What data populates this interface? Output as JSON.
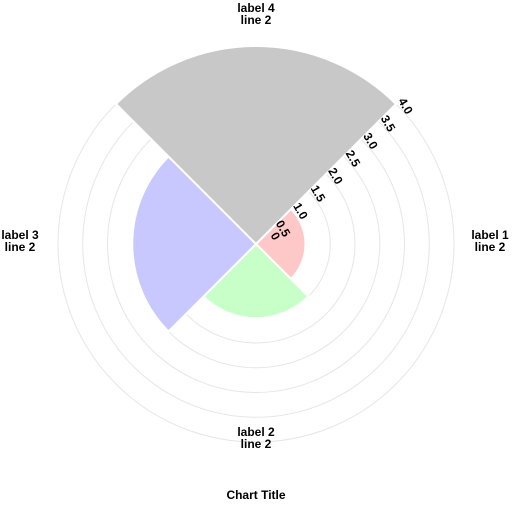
{
  "chart_data": {
    "type": "polarArea",
    "title": "Chart Title",
    "categories": [
      [
        "label 1",
        "line 2"
      ],
      [
        "label 2",
        "line 2"
      ],
      [
        "label 3",
        "line 2"
      ],
      [
        "label 4",
        "line 2"
      ]
    ],
    "series": [
      {
        "values": [
          1.0,
          1.5,
          2.5,
          4.0
        ]
      }
    ],
    "rlim": [
      0,
      4.0
    ],
    "ticks": [
      "0",
      "0.5",
      "1.0",
      "1.5",
      "2.0",
      "2.5",
      "3.0",
      "3.5",
      "4.0"
    ],
    "tick_values": [
      0,
      0.5,
      1.0,
      1.5,
      2.0,
      2.5,
      3.0,
      3.5,
      4.0
    ],
    "colors": {
      "sector_1": "#ffc8c8",
      "sector_2": "#c8ffc8",
      "sector_3": "#c8c8ff",
      "sector_4": "#c8c8c8",
      "grid": "#e6e6e6",
      "text": "#000000"
    },
    "grid": true
  }
}
